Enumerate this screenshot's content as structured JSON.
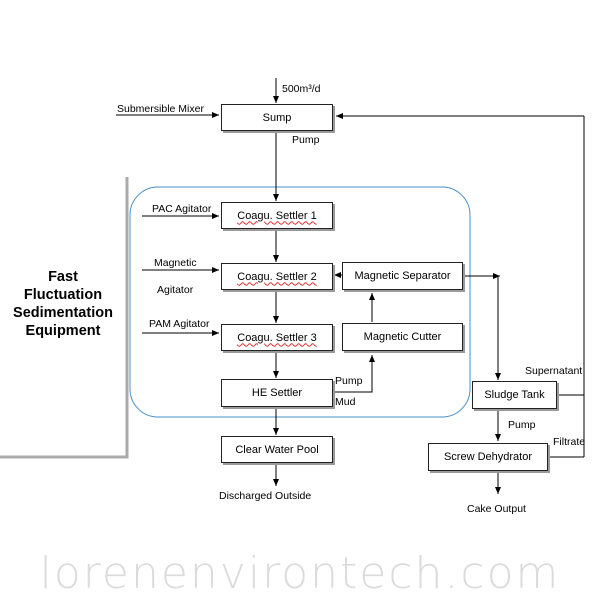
{
  "flow": {
    "inflow_label": "500m³/d",
    "submersible_mixer": "Submersible Mixer",
    "sump": "Sump",
    "pump_1": "Pump",
    "pac_agitator": "PAC Agitator",
    "magnetic_agitator_line1": "Magnetic",
    "magnetic_agitator_line2": "Agitator",
    "pam_agitator": "PAM Agitator",
    "settler_1": "Coagu. Settler 1",
    "settler_2": "Coagu. Settler 2",
    "settler_3": "Coagu. Settler 3",
    "magnetic_separator": "Magnetic Separator",
    "magnetic_cutter": "Magnetic Cutter",
    "he_settler": "HE Settler",
    "pump_2": "Pump",
    "mud": "Mud",
    "clear_water_pool": "Clear Water Pool",
    "discharged_outside": "Discharged Outside",
    "sludge_tank": "Sludge Tank",
    "supernatant": "Supernatant",
    "pump_3": "Pump",
    "filtrate": "Filtrate",
    "screw_dehydrator": "Screw Dehydrator",
    "cake_output": "Cake Output"
  },
  "equipment_title": [
    "Fast",
    "Fluctuation",
    "Sedimentation",
    "Equipment"
  ],
  "watermark": "lorenenvirontech.com"
}
